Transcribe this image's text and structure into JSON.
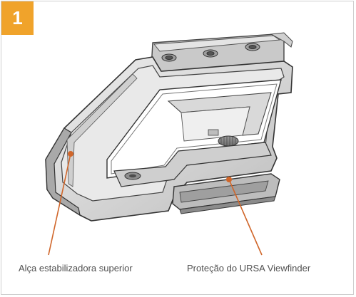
{
  "step": {
    "number": "1",
    "badge_color": "#f0a32b"
  },
  "illustration": {
    "subject": "URSA top handle with viewfinder mount",
    "callout_color": "#d0662a"
  },
  "callouts": [
    {
      "label": "Alça estabilizadora superior"
    },
    {
      "label": "Proteção do URSA Viewfinder"
    }
  ]
}
